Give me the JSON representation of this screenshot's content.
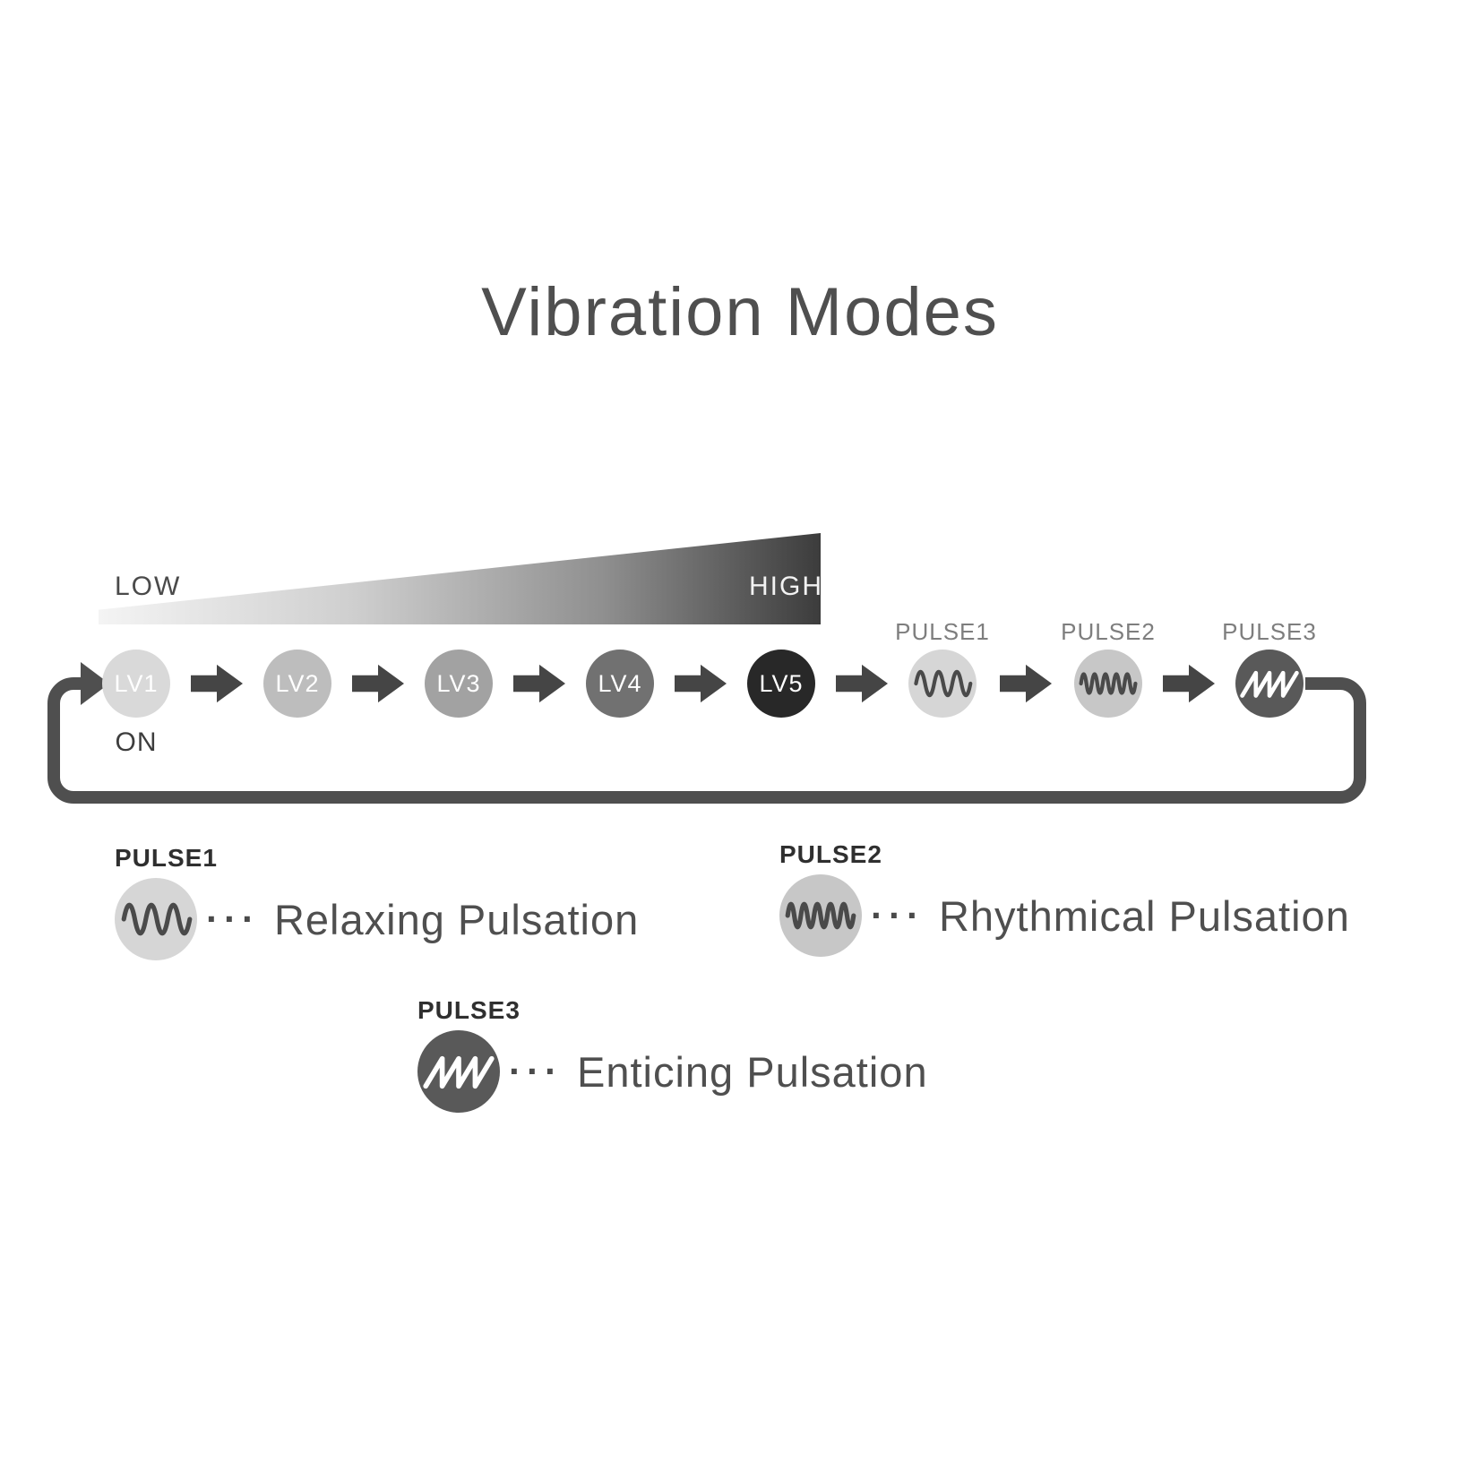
{
  "title": "Vibration Modes",
  "intensity_scale": {
    "low_label": "LOW",
    "high_label": "HIGH",
    "on_label": "ON"
  },
  "levels": [
    {
      "label": "LV1",
      "color": "#d9d9d9"
    },
    {
      "label": "LV2",
      "color": "#bdbdbd"
    },
    {
      "label": "LV3",
      "color": "#a2a2a2"
    },
    {
      "label": "LV4",
      "color": "#717171"
    },
    {
      "label": "LV5",
      "color": "#282828"
    }
  ],
  "pulse_steps": [
    {
      "label": "PULSE1",
      "wave": "sine-slow",
      "color": "#d6d6d6"
    },
    {
      "label": "PULSE2",
      "wave": "sine-fast",
      "color": "#c7c7c7"
    },
    {
      "label": "PULSE3",
      "wave": "sawtooth",
      "color": "#595959"
    }
  ],
  "legend": [
    {
      "label": "PULSE1",
      "dots": "···",
      "description": "Relaxing Pulsation"
    },
    {
      "label": "PULSE2",
      "dots": "···",
      "description": "Rhythmical Pulsation"
    },
    {
      "label": "PULSE3",
      "dots": "···",
      "description": "Enticing Pulsation"
    }
  ],
  "colors": {
    "title": "#4f4f4f",
    "arrow": "#454545",
    "loop": "#4f4f4f",
    "wave_stroke_dark": "#4a4a4a",
    "wave_stroke_light": "#ffffff"
  }
}
